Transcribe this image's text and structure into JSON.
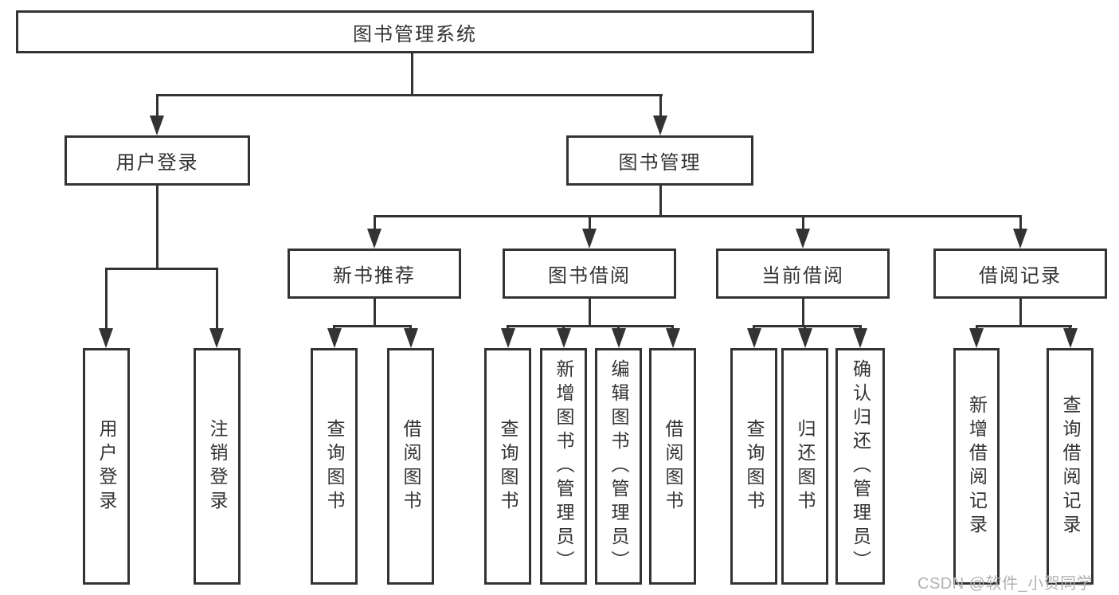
{
  "tree": {
    "root": {
      "label": "图书管理系统"
    },
    "branches": [
      {
        "label": "用户登录",
        "leaves": [
          {
            "label": "用户登录"
          },
          {
            "label": "注销登录"
          }
        ]
      },
      {
        "label": "图书管理",
        "groups": [
          {
            "label": "新书推荐",
            "leaves": [
              {
                "label": "查询图书"
              },
              {
                "label": "借阅图书"
              }
            ]
          },
          {
            "label": "图书借阅",
            "leaves": [
              {
                "label": "查询图书"
              },
              {
                "label": "新增图书（管理员）"
              },
              {
                "label": "编辑图书（管理员）"
              },
              {
                "label": "借阅图书"
              }
            ]
          },
          {
            "label": "当前借阅",
            "leaves": [
              {
                "label": "查询图书"
              },
              {
                "label": "归还图书"
              },
              {
                "label": "确认归还（管理员）"
              }
            ]
          },
          {
            "label": "借阅记录",
            "leaves": [
              {
                "label": "新增借阅记录"
              },
              {
                "label": "查询借阅记录"
              }
            ]
          }
        ]
      }
    ]
  },
  "watermark": {
    "text": "CSDN @软件_小贺同学"
  },
  "colors": {
    "line": "#333333",
    "border": "#333333",
    "text": "#333333",
    "watermark": "#b2b2b2",
    "bg": "#ffffff"
  }
}
